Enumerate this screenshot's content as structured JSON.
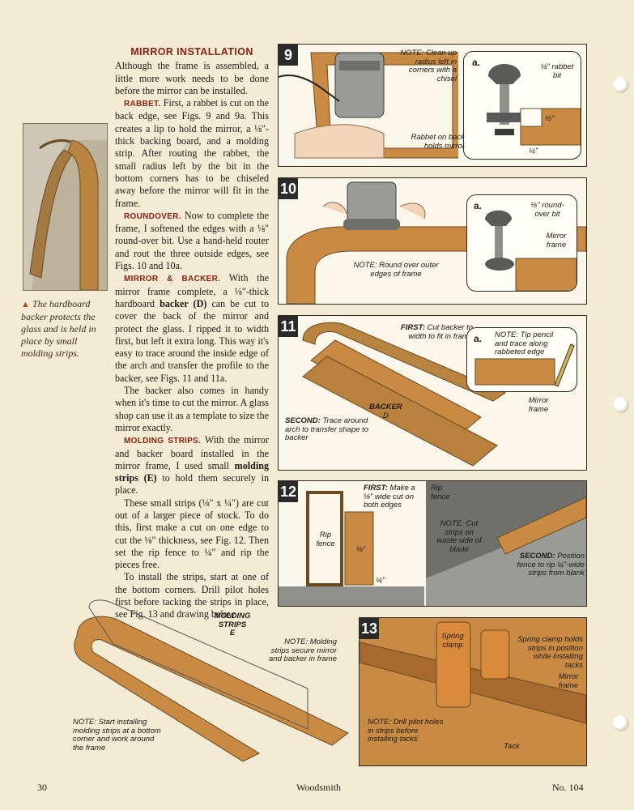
{
  "article": {
    "headline": "MIRROR INSTALLATION",
    "intro": "Although the frame is assembled, a little more work needs to be done before the mirror can be installed.",
    "rabbet_head": "RABBET.",
    "rabbet_text": "First, a rabbet is cut on the back edge, see Figs. 9 and 9a. This creates a lip to hold the mirror, a ⅛\"-thick backing board, and a molding strip. After routing the rabbet, the small radius left by the bit in the bottom corners has to be chiseled away before the mirror will fit in the frame.",
    "roundover_head": "ROUNDOVER.",
    "roundover_text": "Now to complete the frame, I softened the edges with a ⅛\" round-over bit. Use a hand-held router and rout the three outside edges, see Figs. 10 and 10a.",
    "backer_head": "MIRROR & BACKER.",
    "backer_text_1": "With the mirror frame complete, a ⅛\"-thick hardboard",
    "backer_bold": "backer (D)",
    "backer_text_2": "can be cut to cover the back of the mirror and protect the glass. I ripped it to width first, but left it extra long. This way it's easy to trace around the inside edge of the arch and transfer the profile to the backer, see Figs. 11 and 11a.",
    "template_text": "The backer also comes in handy when it's time to cut the mirror. A glass shop can use it as a template to size the mirror exactly.",
    "strips_head": "MOLDING STRIPS.",
    "strips_text_1": "With the mirror and backer board installed in the mirror frame, I used small",
    "strips_bold": "molding strips (E)",
    "strips_text_2": "to hold them securely in place.",
    "small_strips_text": "These small strips (⅛\" x ¼\") are cut out of a larger piece of stock. To do this, first make a cut on one edge to cut the ⅛\" thickness, see Fig. 12. Then set the rip fence to ¼\" and rip the pieces free.",
    "install_text": "To install the strips, start at one of the bottom corners. Drill pilot holes first before tacking the strips in place, see Fig. 13 and drawing below."
  },
  "photo_caption": "The hardboard backer protects the glass and is held in place by small molding strips.",
  "fig9": {
    "number": "9",
    "note": "NOTE: Clean up radius left in corners with a chisel",
    "rabbet_label": "Rabbet on back holds mirror",
    "sub_label": "a.",
    "bit_label": "¼\" rabbet bit",
    "dim1": "½\"",
    "dim2": "¼\""
  },
  "fig10": {
    "number": "10",
    "note": "NOTE: Round over outer edges of frame",
    "sub_label": "a.",
    "bit_label": "⅛\" round-over bit",
    "frame_label": "Mirror frame"
  },
  "fig11": {
    "number": "11",
    "first": "FIRST:",
    "first_text": "Cut backer to width to fit in frame",
    "backer_label": "BACKER",
    "backer_letter": "D",
    "second": "SECOND:",
    "second_text": "Trace around arch to transfer shape to backer",
    "sub_label": "a.",
    "sub_note": "NOTE: Tip pencil and trace along rabbeted edge",
    "frame_label": "Mirror frame"
  },
  "fig12": {
    "number": "12",
    "first": "FIRST:",
    "first_text": "Make a ⅛\" wide cut on both edges",
    "fence_label": "Rip fence",
    "dim1": "⅛\"",
    "dim2": "¼\"",
    "rip_fence_label": "Rip fence",
    "note": "NOTE: Cut strips on waste side of blade",
    "second": "SECOND:",
    "second_text": "Position fence to rip ¼\"-wide strips from blank"
  },
  "molding": {
    "label": "MOLDING STRIPS",
    "letter": "E",
    "note1": "NOTE: Molding strips secure mirror and backer in frame",
    "note2": "NOTE: Start installing molding strips at a bottom corner and work around the frame"
  },
  "fig13": {
    "number": "13",
    "clamp_label": "Spring clamp",
    "clamp_note": "Spring clamp holds strips in position while installing tacks",
    "frame_label": "Mirror frame",
    "note": "NOTE: Drill pilot holes in strips before installing tacks",
    "tack_label": "Tack"
  },
  "footer": {
    "page": "30",
    "magazine": "Woodsmith",
    "issue": "No. 104"
  }
}
